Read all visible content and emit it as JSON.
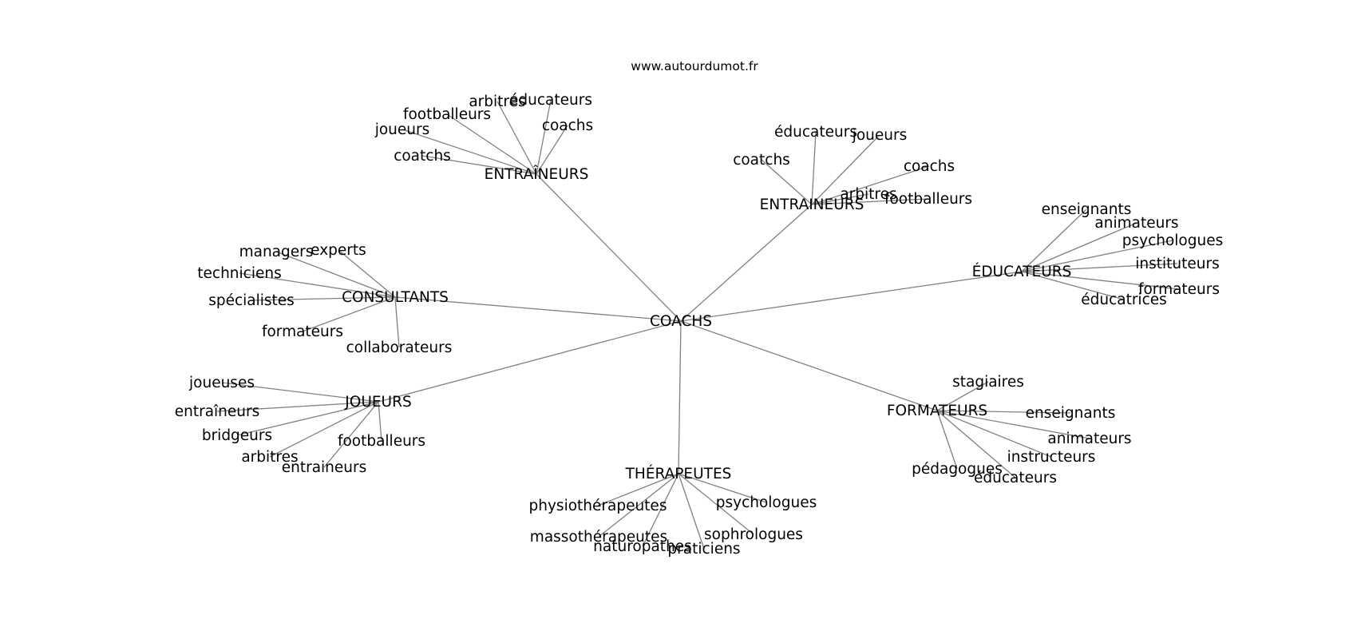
{
  "watermark": "www.autourdumot.fr",
  "colors": {
    "edge": "#808080",
    "text": "#000000",
    "background": "#ffffff"
  },
  "graph": {
    "center": "COACHS",
    "groups": [
      {
        "hub": "ENTRAÎNEURS",
        "leaves": [
          "éducateurs",
          "arbitres",
          "footballeurs",
          "joueurs",
          "coachs",
          "coatchs"
        ]
      },
      {
        "hub": "ENTRAINEURS",
        "leaves": [
          "éducateurs",
          "joueurs",
          "coatchs",
          "coachs",
          "arbitres",
          "footballeurs"
        ]
      },
      {
        "hub": "ÉDUCATEURS",
        "leaves": [
          "enseignants",
          "animateurs",
          "psychologues",
          "instituteurs",
          "formateurs",
          "éducatrices"
        ]
      },
      {
        "hub": "CONSULTANTS",
        "leaves": [
          "experts",
          "managers",
          "techniciens",
          "spécialistes",
          "formateurs",
          "collaborateurs"
        ]
      },
      {
        "hub": "JOUEURS",
        "leaves": [
          "joueuses",
          "entraîneurs",
          "bridgeurs",
          "arbitres",
          "entraineurs",
          "footballeurs"
        ]
      },
      {
        "hub": "THÉRAPEUTES",
        "leaves": [
          "physiothérapeutes",
          "massothérapeutes",
          "naturopathes",
          "praticiens",
          "sophrologues",
          "psychologues"
        ]
      },
      {
        "hub": "FORMATEURS",
        "leaves": [
          "stagiaires",
          "enseignants",
          "animateurs",
          "instructeurs",
          "éducateurs",
          "pédagogues"
        ]
      }
    ]
  }
}
